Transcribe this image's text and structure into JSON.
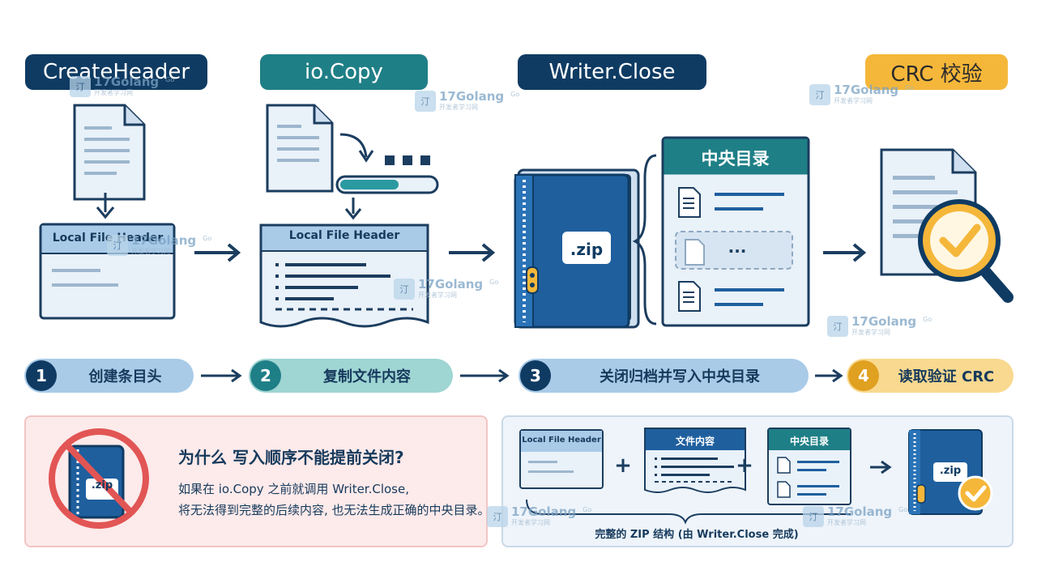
{
  "headers": {
    "create_header": "CreateHeader",
    "io_copy": "io.Copy",
    "writer_close": "Writer.Close",
    "crc_check": "CRC 校验"
  },
  "panel1": {
    "local_file_header": "Local File Header"
  },
  "panel2": {
    "local_file_header": "Local File Header"
  },
  "panel3": {
    "zip_label": ".zip",
    "central_directory": "中央目录",
    "ellipsis": "···"
  },
  "steps": [
    {
      "num": "1",
      "label": "创建条目头"
    },
    {
      "num": "2",
      "label": "复制文件内容"
    },
    {
      "num": "3",
      "label": "关闭归档并写入中央目录"
    },
    {
      "num": "4",
      "label": "读取验证 CRC"
    }
  ],
  "warning": {
    "title": "为什么 写入顺序不能提前关闭?",
    "line1": "如果在 io.Copy 之前就调用 Writer.Close,",
    "line2": "将无法得到完整的后续内容, 也无法生成正确的中央目录。",
    "zip_label": ".zip"
  },
  "structure": {
    "local_file_header": "Local File Header",
    "file_content": "文件内容",
    "central_directory": "中央目录",
    "plus": "+",
    "zip_label": ".zip",
    "caption": "完整的 ZIP 结构 (由 Writer.Close 完成)"
  },
  "watermark": {
    "name": "17Golang",
    "sub": "开发者学习网",
    "go": "Go",
    "logo": "汀"
  },
  "colors": {
    "navy": "#0f3b63",
    "teal": "#1f7f86",
    "orange": "#f5b73a",
    "blue": "#1f5f9e",
    "light_blue": "#e6f0f9"
  }
}
